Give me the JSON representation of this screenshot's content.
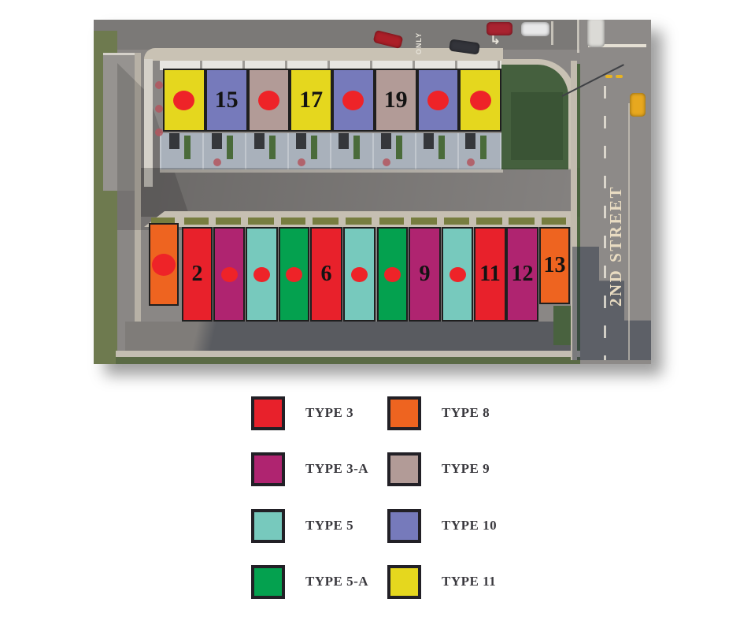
{
  "street": {
    "label": "2ND STREET",
    "only_marking": "ONLY"
  },
  "unit_types": {
    "type3": {
      "name": "TYPE 3",
      "color": "#E8212B"
    },
    "type3a": {
      "name": "TYPE 3-A",
      "color": "#AF2470"
    },
    "type5": {
      "name": "TYPE 5",
      "color": "#77C9BD"
    },
    "type5a": {
      "name": "TYPE 5-A",
      "color": "#04A14F"
    },
    "type8": {
      "name": "TYPE 8",
      "color": "#EE6420"
    },
    "type9": {
      "name": "TYPE 9",
      "color": "#B29B97"
    },
    "type10": {
      "name": "TYPE 10",
      "color": "#767ABB"
    },
    "type11": {
      "name": "TYPE 11",
      "color": "#E5D71E"
    }
  },
  "top_row_lots": [
    {
      "type": "type11",
      "marker": "dot"
    },
    {
      "type": "type10",
      "label": "15"
    },
    {
      "type": "type9",
      "marker": "dot"
    },
    {
      "type": "type11",
      "label": "17"
    },
    {
      "type": "type10",
      "marker": "dot"
    },
    {
      "type": "type9",
      "label": "19"
    },
    {
      "type": "type10",
      "marker": "dot"
    },
    {
      "type": "type11",
      "marker": "dot"
    }
  ],
  "bottom_row_lots": [
    {
      "type": "type8",
      "marker": "dot"
    },
    {
      "type": "type3",
      "label": "2"
    },
    {
      "type": "type3a",
      "marker": "dot"
    },
    {
      "type": "type5",
      "marker": "dot"
    },
    {
      "type": "type5a",
      "marker": "dot"
    },
    {
      "type": "type3",
      "label": "6"
    },
    {
      "type": "type5",
      "marker": "dot"
    },
    {
      "type": "type5a",
      "marker": "dot"
    },
    {
      "type": "type3a",
      "label": "9"
    },
    {
      "type": "type5",
      "marker": "dot"
    },
    {
      "type": "type3",
      "label": "11"
    },
    {
      "type": "type3a",
      "label": "12"
    },
    {
      "type": "type8",
      "label": "13"
    }
  ],
  "legend": {
    "items": [
      {
        "label": "TYPE 3",
        "type": "type3"
      },
      {
        "label": "TYPE 8",
        "type": "type8"
      },
      {
        "label": "TYPE 3-A",
        "type": "type3a"
      },
      {
        "label": "TYPE 9",
        "type": "type9"
      },
      {
        "label": "TYPE 5",
        "type": "type5"
      },
      {
        "label": "TYPE 10",
        "type": "type10"
      },
      {
        "label": "TYPE 5-A",
        "type": "type5a"
      },
      {
        "label": "TYPE 11",
        "type": "type11"
      }
    ]
  },
  "vehicles": [
    {
      "name": "car-red-1",
      "color": "#AC1F28"
    },
    {
      "name": "car-black",
      "color": "#33343A"
    },
    {
      "name": "car-red-2",
      "color": "#A92330"
    },
    {
      "name": "car-white",
      "color": "#E8E8E9"
    },
    {
      "name": "van-white",
      "color": "#DBDAD6"
    },
    {
      "name": "taxi-yellow",
      "color": "#E7A81F"
    }
  ],
  "colors": {
    "marker_dot": "#EE2328",
    "lot_number_text": "#131313",
    "street_text": "#E9DCC2",
    "legend_text": "#3A393E",
    "legend_border": "#222026"
  }
}
